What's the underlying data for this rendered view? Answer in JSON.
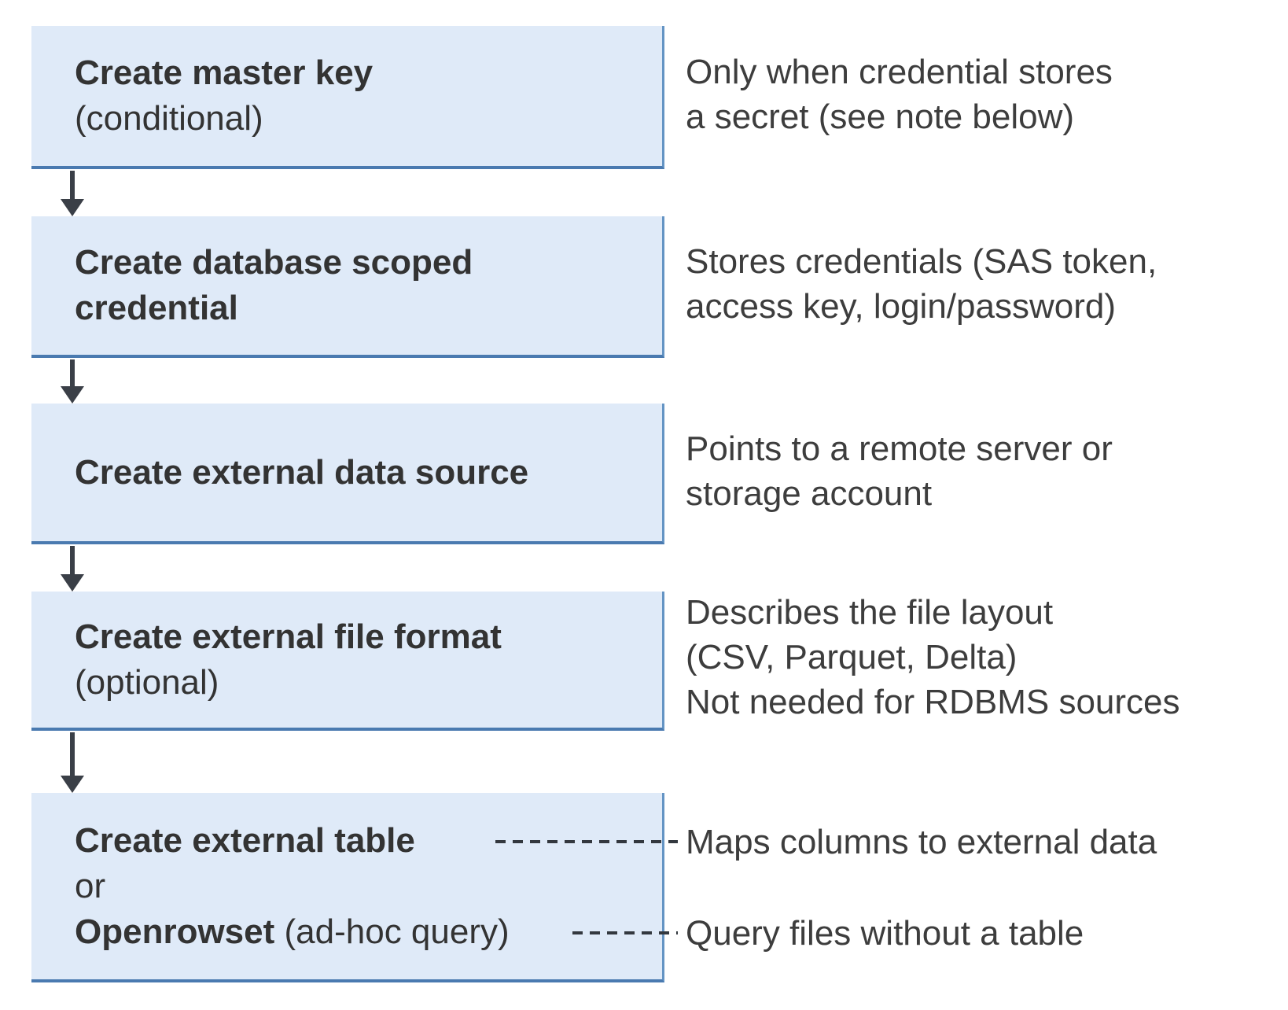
{
  "colors": {
    "box_fill": "#dfeaf8",
    "box_border_right": "#6494c4",
    "box_border_bottom": "#4a7ab0",
    "arrow": "#3a3f47",
    "dash_connector": "#33383f",
    "box_title_text": "#333333",
    "note_text": "#3d3d3d",
    "background": "#ffffff"
  },
  "flow": {
    "rows": [
      {
        "box": {
          "title": "Create master key",
          "subtitle": "(conditional)"
        },
        "note": "Only when credential stores\na secret (see note below)"
      },
      {
        "box": {
          "title": "Create database scoped\ncredential"
        },
        "note": "Stores credentials (SAS token,\naccess key, login/password)"
      },
      {
        "box": {
          "title": "Create external data source"
        },
        "note": "Points to a remote server or\nstorage account"
      },
      {
        "box": {
          "title": "Create external file format",
          "subtitle": "(optional)"
        },
        "note": "Describes the file layout\n(CSV, Parquet, Delta)\nNot needed for RDBMS sources"
      },
      {
        "box": {
          "title": "Create external table",
          "or_label": "or",
          "alt_title": "Openrowset",
          "alt_suffix": " (ad-hoc query)"
        },
        "note_table": "Maps columns to external data",
        "note_openrowset": "Query files without a table"
      }
    ]
  }
}
